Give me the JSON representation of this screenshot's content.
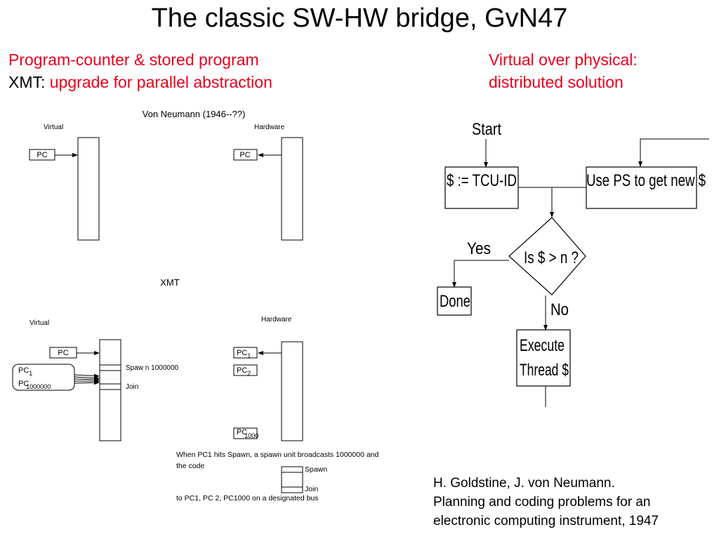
{
  "slide": {
    "title": "The classic SW-HW bridge, GvN47",
    "left_heading": {
      "line1": "Program-counter & stored program",
      "line2_prefix": "XMT: ",
      "line2_red": "upgrade for parallel abstraction"
    },
    "right_heading": {
      "line1": "Virtual over physical:",
      "line2": "distributed solution"
    },
    "reference": {
      "line1": "H. Goldstine, J. von Neumann.",
      "line2": "Planning and coding problems for an",
      "line3": "electronic computing instrument, 1947"
    }
  },
  "vn_diagram": {
    "title": "Von Neumann (1946--??)",
    "virtual_label": "Virtual",
    "hardware_label": "Hardware",
    "pc_virtual": "PC",
    "pc_hardware": "PC"
  },
  "xmt_diagram": {
    "title": "XMT",
    "virtual_label": "Virtual",
    "hardware_label": "Hardware",
    "pc_virtual": "PC",
    "group_pc1_main": "PC",
    "group_pc1_sub": "1",
    "group_pcn_main": "PC",
    "group_pcn_sub": "1000000",
    "spawn_label": "Spaw n 1000000",
    "join_label": "Join",
    "hw_pc1_main": "PC",
    "hw_pc1_sub": "1",
    "hw_pc2_main": "PC",
    "hw_pc2_sub": "2",
    "hw_pcn_main": "PC",
    "hw_pcn_sub": "1000",
    "caption_line1": "When PC1 hits Spawn, a spawn unit broadcasts 1000000 and",
    "caption_line2": "the code",
    "caption_line3": "to PC1, PC 2, PC1000 on a designated bus",
    "legend_spawn": "Spawn",
    "legend_join": "Join"
  },
  "flowchart": {
    "start": "Start",
    "assign": "$ := TCU-ID",
    "use_ps": "Use PS to get new $",
    "decision": "Is $ > n ?",
    "yes": "Yes",
    "no": "No",
    "done": "Done",
    "execute_line1": "Execute",
    "execute_line2": "Thread $"
  }
}
